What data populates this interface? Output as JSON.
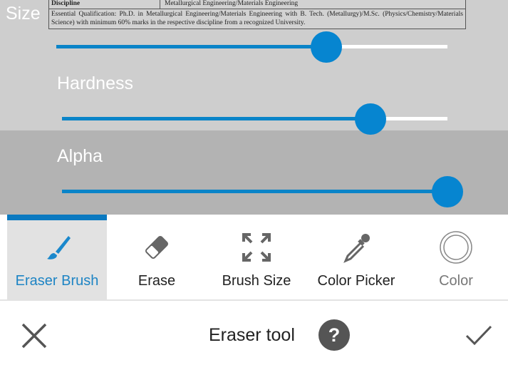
{
  "document": {
    "row1_label": "Discipline",
    "row1_value": "Metallurgical Engineering/Materials Engineering",
    "row2_text": "Essential Qualification: Ph.D. in Metallurgical Engineering/Materials Engineering with B. Tech. (Metallurgy)/M.Sc. (Physics/Chemistry/Materials Science) with minimum 60% marks in the respective discipline from a recognized University."
  },
  "sliders": [
    {
      "label": "Size",
      "value_percent": 69
    },
    {
      "label": "Hardness",
      "value_percent": 80
    },
    {
      "label": "Alpha",
      "value_percent": 100
    }
  ],
  "accent": "#0685d0",
  "tools": [
    {
      "label": "Eraser Brush",
      "icon": "brush-icon",
      "active": true
    },
    {
      "label": "Erase",
      "icon": "eraser-icon"
    },
    {
      "label": "Brush Size",
      "icon": "resize-icon"
    },
    {
      "label": "Color Picker",
      "icon": "eyedropper-icon"
    },
    {
      "label": "Color",
      "icon": "color-circle-icon"
    }
  ],
  "bottom": {
    "title": "Eraser tool",
    "cancel_icon": "close-icon",
    "help_icon": "help-icon",
    "confirm_icon": "check-icon"
  }
}
